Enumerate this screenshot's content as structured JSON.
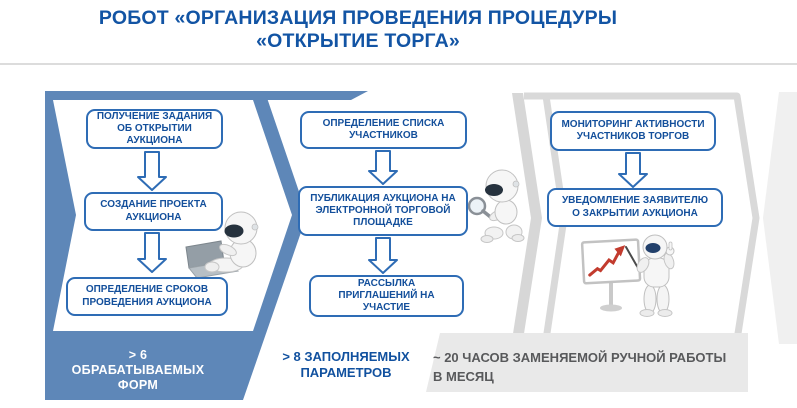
{
  "title": {
    "line1": "РОБОТ «ОРГАНИЗАЦИЯ ПРОВЕДЕНИЯ ПРОЦЕДУРЫ",
    "line2": "«ОТКРЫТИЕ ТОРГА»"
  },
  "colors": {
    "title_blue": "#1254a4",
    "panel_blue": "#5e87b8",
    "box_border_blue": "#2e6cb5",
    "box_text_blue": "#134f9b",
    "panel_gray_border": "#d9d9d9",
    "metric_bg_gray": "#e9e9e9",
    "metric_text_gray": "#58595b",
    "chart_arrow_red": "#c23b2e"
  },
  "panels": [
    {
      "id": "stage-1",
      "steps": [
        "ПОЛУЧЕНИЕ ЗАДАНИЯ ОБ ОТКРЫТИИ АУКЦИОНА",
        "СОЗДАНИЕ ПРОЕКТА АУКЦИОНА",
        "ОПРЕДЕЛЕНИЕ СРОКОВ ПРОВЕДЕНИЯ АУКЦИОНА"
      ],
      "metric_lines": [
        "> 6",
        "ОБРАБАТЫВАЕМЫХ",
        "ФОРМ"
      ],
      "illustration": "robot-with-laptop"
    },
    {
      "id": "stage-2",
      "steps": [
        "ОПРЕДЕЛЕНИЕ СПИСКА УЧАСТНИКОВ",
        "ПУБЛИКАЦИЯ АУКЦИОНА НА ЭЛЕКТРОННОЙ ТОРГОВОЙ ПЛОЩАДКЕ",
        "РАССЫЛКА ПРИГЛАШЕНИЙ НА УЧАСТИЕ"
      ],
      "metric_lines": [
        "> 8 ЗАПОЛНЯЕМЫХ",
        "ПАРАМЕТРОВ"
      ],
      "illustration": "robot-with-magnifying-glass"
    },
    {
      "id": "stage-3",
      "steps": [
        "МОНИТОРИНГ АКТИВНОСТИ УЧАСТНИКОВ ТОРГОВ",
        "УВЕДОМЛЕНИЕ ЗАЯВИТЕЛЮ О ЗАКРЫТИИ АУКЦИОНА"
      ],
      "metric_lines": [
        "~ 20 ЧАСОВ ЗАМЕНЯЕМОЙ РУЧНОЙ РАБОТЫ",
        "В МЕСЯЦ"
      ],
      "illustration": "robot-presenting-chart"
    }
  ]
}
